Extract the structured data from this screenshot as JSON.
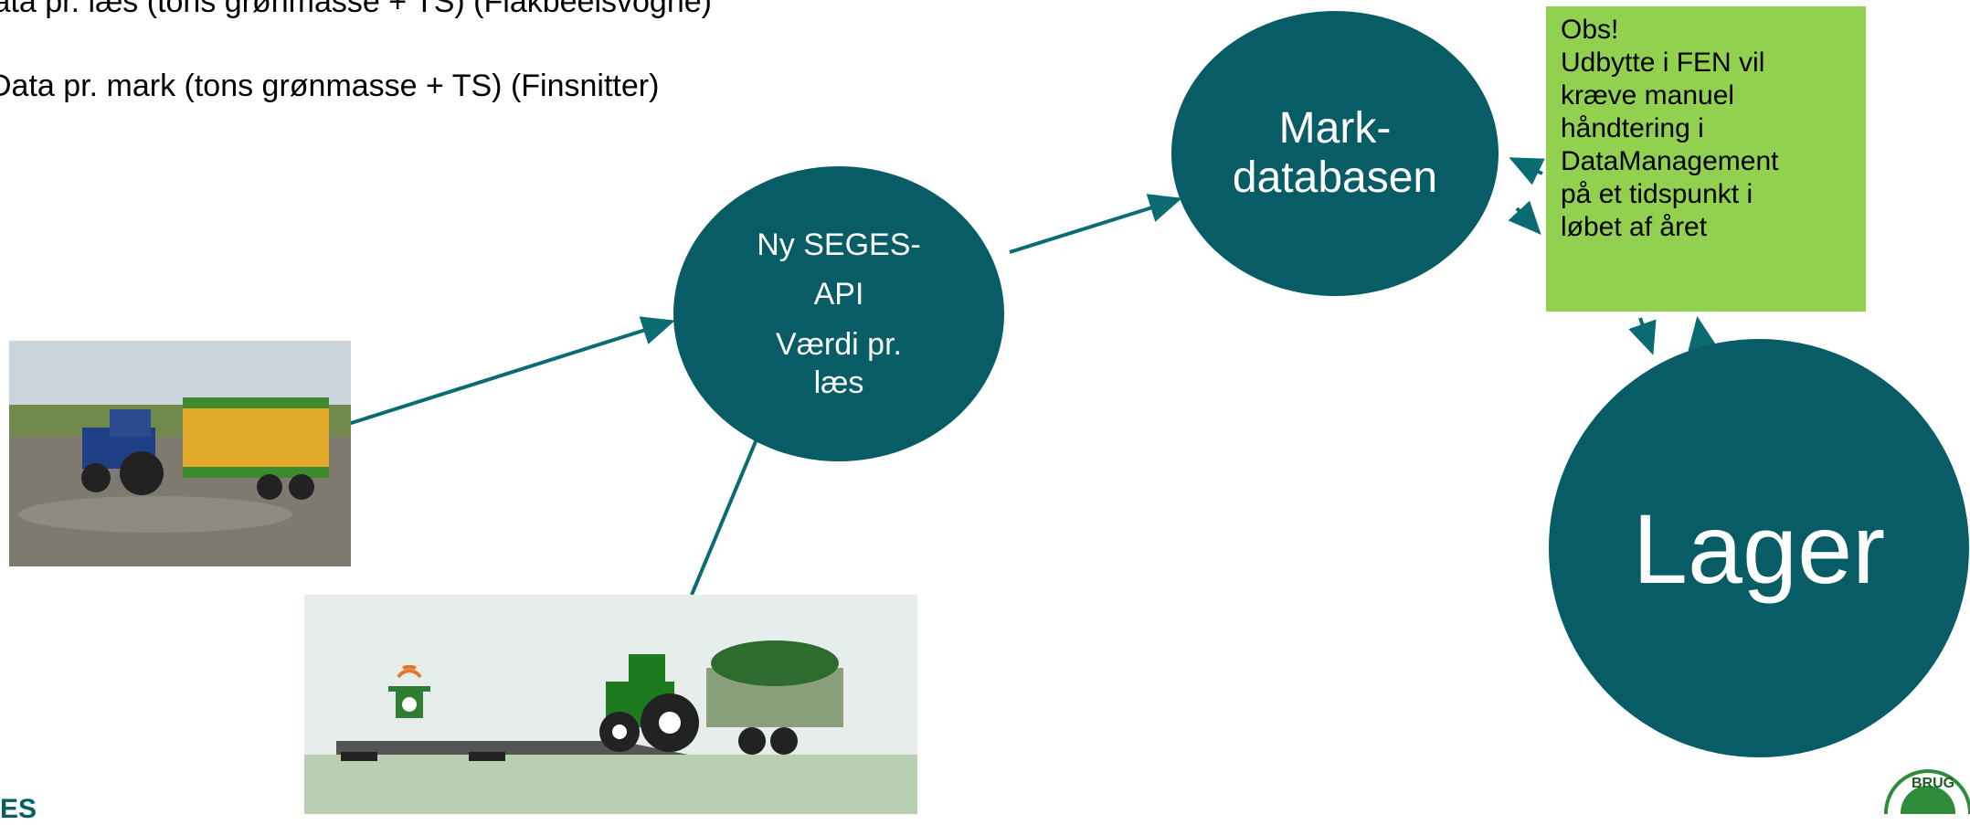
{
  "header": {
    "line1": "Data pr. læs (tons grønmasse + TS) (Flakbeelsvogne)",
    "line2": "Data pr. mark (tons grønmasse + TS) (Finsnitter)"
  },
  "nodes": {
    "api": {
      "line1": "Ny SEGES-",
      "line2": "API",
      "line3": "Værdi pr.",
      "line4": "læs"
    },
    "mark": {
      "line1": "Mark-",
      "line2": "databasen"
    },
    "lager": {
      "label": "Lager"
    }
  },
  "note": {
    "lines": [
      "Obs!",
      "Udbytte i FEN vil",
      "kræve manuel",
      "håndtering i",
      "DataManagement",
      "på et tidspunkt i",
      "løbet af året"
    ]
  },
  "logos": {
    "left_text": "ES",
    "right_text": "BRUG"
  },
  "colors": {
    "node": "#075c66",
    "arrow": "#0b6b73",
    "note": "#92d050"
  }
}
